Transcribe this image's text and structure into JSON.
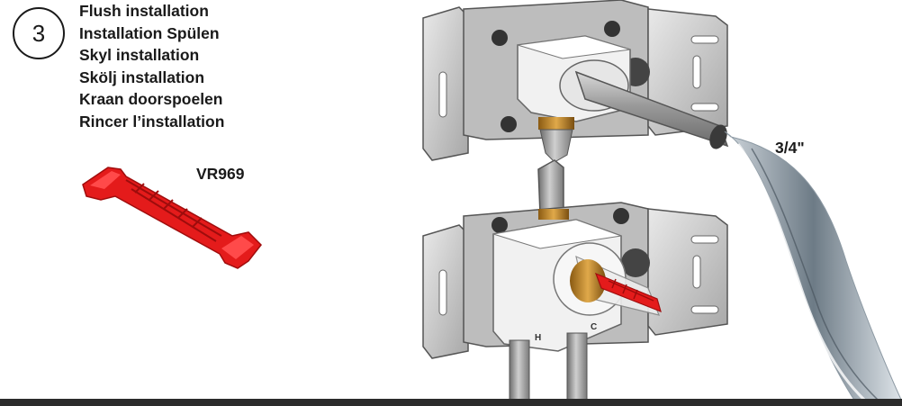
{
  "step": {
    "number": "3"
  },
  "titles": [
    "Flush installation",
    "Installation Spülen",
    "Skyl installation",
    "Skölj installation",
    "Kraan doorspoelen",
    "Rincer l’installation"
  ],
  "tool": {
    "code": "VR969",
    "color": "#e41b1b"
  },
  "pipe": {
    "size_label": "3/4\""
  },
  "valve_marks": {
    "hot": "H",
    "cold": "C"
  }
}
